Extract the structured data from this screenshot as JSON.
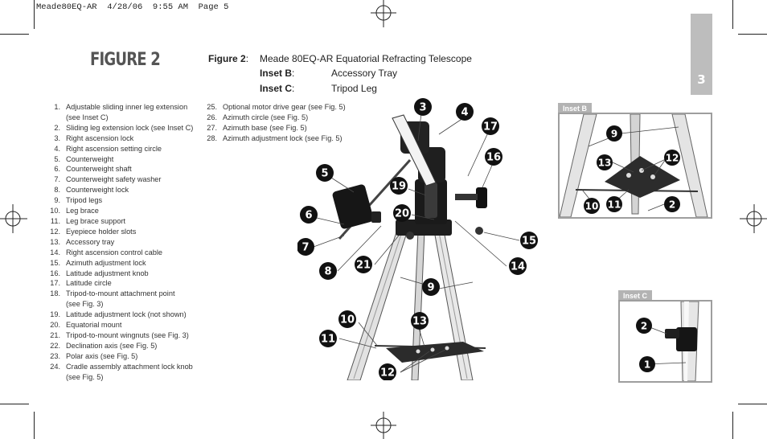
{
  "slug": "Meade80EQ-AR  4/28/06  9:55 AM  Page 5",
  "page_number": "3",
  "figure_heading": "FIGURE 2",
  "caption": {
    "figure_label": "Figure 2",
    "figure_text": "Meade 80EQ-AR Equatorial Refracting Telescope",
    "inset_b_label": "Inset B",
    "inset_b_text": "Accessory Tray",
    "inset_c_label": "Inset C",
    "inset_c_text": "Tripod Leg"
  },
  "parts_col1": [
    {
      "num": "1.",
      "text": "Adjustable sliding inner leg extension",
      "cont": "(see Inset C)"
    },
    {
      "num": "2.",
      "text": "Sliding leg extension lock (see Inset C)"
    },
    {
      "num": "3.",
      "text": "Right ascension lock"
    },
    {
      "num": "4.",
      "text": "Right ascension setting circle"
    },
    {
      "num": "5.",
      "text": "Counterweight"
    },
    {
      "num": "6.",
      "text": "Counterweight shaft"
    },
    {
      "num": "7.",
      "text": "Counterweight safety washer"
    },
    {
      "num": "8.",
      "text": "Counterweight lock"
    },
    {
      "num": "9.",
      "text": "Tripod legs"
    },
    {
      "num": "10.",
      "text": "Leg brace"
    },
    {
      "num": "11.",
      "text": "Leg brace support"
    },
    {
      "num": "12.",
      "text": "Eyepiece holder slots"
    },
    {
      "num": "13.",
      "text": "Accessory tray"
    },
    {
      "num": "14.",
      "text": "Right ascension control cable"
    },
    {
      "num": "15.",
      "text": "Azimuth adjustment lock"
    },
    {
      "num": "16.",
      "text": "Latitude adjustment knob"
    },
    {
      "num": "17.",
      "text": "Latitude circle"
    },
    {
      "num": "18.",
      "text": "Tripod-to-mount attachment point",
      "cont": "(see Fig. 3)"
    },
    {
      "num": "19.",
      "text": "Latitude adjustment lock (not shown)"
    },
    {
      "num": "20.",
      "text": "Equatorial mount"
    },
    {
      "num": "21.",
      "text": "Tripod-to-mount wingnuts (see Fig. 3)"
    },
    {
      "num": "22.",
      "text": "Declination axis (see Fig. 5)"
    },
    {
      "num": "23.",
      "text": "Polar axis (see Fig. 5)"
    },
    {
      "num": "24.",
      "text": "Cradle assembly attachment lock knob",
      "cont": "(see Fig. 5)"
    }
  ],
  "parts_col2": [
    {
      "num": "25.",
      "text": "Optional motor drive gear (see Fig. 5)"
    },
    {
      "num": "26.",
      "text": "Azimuth circle (see Fig. 5)"
    },
    {
      "num": "27.",
      "text": "Azimuth base (see Fig. 5)"
    },
    {
      "num": "28.",
      "text": "Azimuth adjustment lock (see Fig. 5)"
    }
  ],
  "main_callouts": [
    "3",
    "4",
    "17",
    "16",
    "5",
    "19",
    "6",
    "20",
    "15",
    "7",
    "8",
    "21",
    "14",
    "9",
    "10",
    "13",
    "11",
    "12"
  ],
  "inset_b": {
    "tab": "Inset B",
    "callouts": [
      "9",
      "13",
      "12",
      "10",
      "11",
      "2"
    ]
  },
  "inset_c": {
    "tab": "Inset C",
    "callouts": [
      "2",
      "1"
    ]
  }
}
